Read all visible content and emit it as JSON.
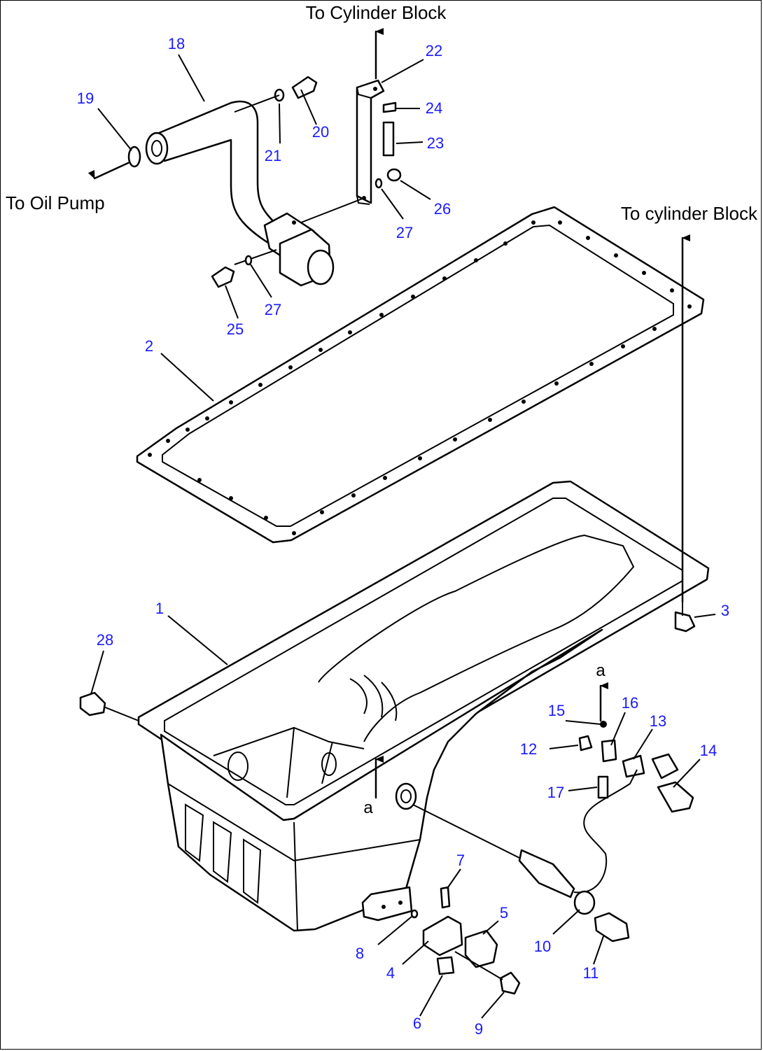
{
  "directions": {
    "to_cylinder_block_top": "To Cylinder Block",
    "to_cylinder_block_right": "To cylinder Block",
    "to_oil_pump": "To Oil Pump"
  },
  "markers": {
    "a_upper": "a",
    "a_lower": "a"
  },
  "callouts": [
    {
      "id": "c1",
      "label": "1"
    },
    {
      "id": "c2",
      "label": "2"
    },
    {
      "id": "c3",
      "label": "3"
    },
    {
      "id": "c4",
      "label": "4"
    },
    {
      "id": "c5",
      "label": "5"
    },
    {
      "id": "c6",
      "label": "6"
    },
    {
      "id": "c7",
      "label": "7"
    },
    {
      "id": "c8",
      "label": "8"
    },
    {
      "id": "c9",
      "label": "9"
    },
    {
      "id": "c10",
      "label": "10"
    },
    {
      "id": "c11",
      "label": "11"
    },
    {
      "id": "c12",
      "label": "12"
    },
    {
      "id": "c13",
      "label": "13"
    },
    {
      "id": "c14",
      "label": "14"
    },
    {
      "id": "c15",
      "label": "15"
    },
    {
      "id": "c16",
      "label": "16"
    },
    {
      "id": "c17",
      "label": "17"
    },
    {
      "id": "c18",
      "label": "18"
    },
    {
      "id": "c19",
      "label": "19"
    },
    {
      "id": "c20",
      "label": "20"
    },
    {
      "id": "c21",
      "label": "21"
    },
    {
      "id": "c22",
      "label": "22"
    },
    {
      "id": "c23",
      "label": "23"
    },
    {
      "id": "c24",
      "label": "24"
    },
    {
      "id": "c25",
      "label": "25"
    },
    {
      "id": "c26",
      "label": "26"
    },
    {
      "id": "c27a",
      "label": "27"
    },
    {
      "id": "c27b",
      "label": "27"
    },
    {
      "id": "c28",
      "label": "28"
    }
  ]
}
